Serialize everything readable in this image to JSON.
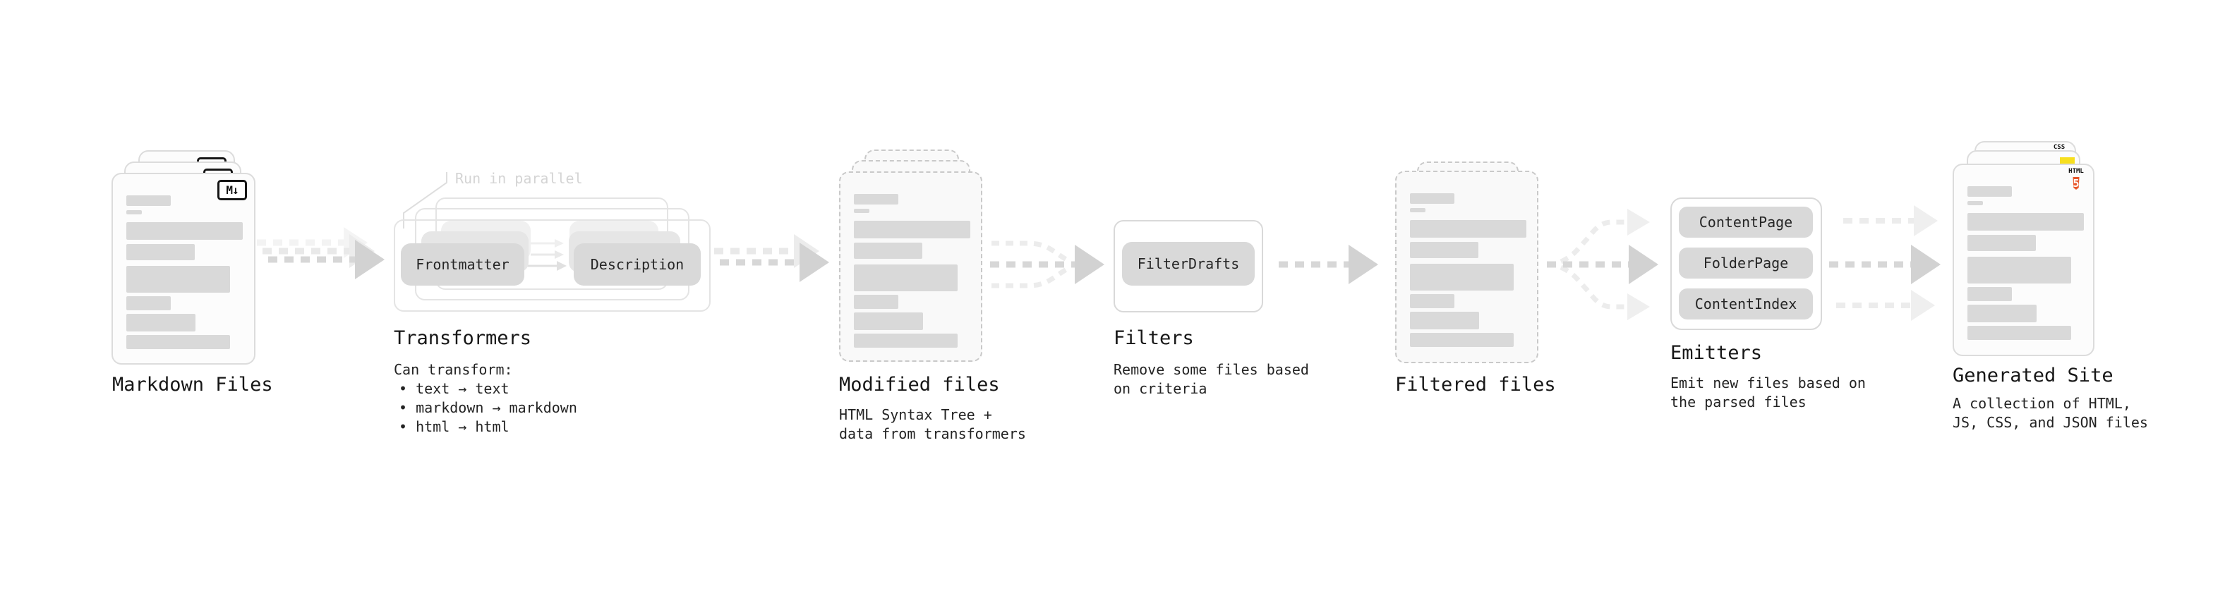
{
  "stages": {
    "markdown": {
      "title": "Markdown Files"
    },
    "transformers": {
      "title": "Transformers",
      "note": "Run in parallel",
      "node_left": "Frontmatter",
      "node_right": "Description",
      "desc_heading": "Can transform:",
      "bullets": [
        "• text → text",
        "• markdown → markdown",
        "• html → html"
      ]
    },
    "modified": {
      "title": "Modified files",
      "desc": "HTML Syntax Tree +\ndata from transformers"
    },
    "filters": {
      "title": "Filters",
      "node": "FilterDrafts",
      "desc": "Remove some files based\non criteria"
    },
    "filtered": {
      "title": "Filtered files"
    },
    "emitters": {
      "title": "Emitters",
      "nodes": [
        "ContentPage",
        "FolderPage",
        "ContentIndex"
      ],
      "desc": "Emit new files based on\nthe parsed files"
    },
    "generated": {
      "title": "Generated Site",
      "desc": "A collection of HTML,\nJS, CSS, and JSON files"
    }
  },
  "icons": {
    "markdown_badge": "M↓",
    "css_wordmark": "CSS",
    "html_wordmark": "HTML",
    "html5_number": "5"
  },
  "colors": {
    "html5_orange": "#e8582c",
    "js_yellow": "#f7df1e",
    "css_blue": "#2965f1"
  }
}
